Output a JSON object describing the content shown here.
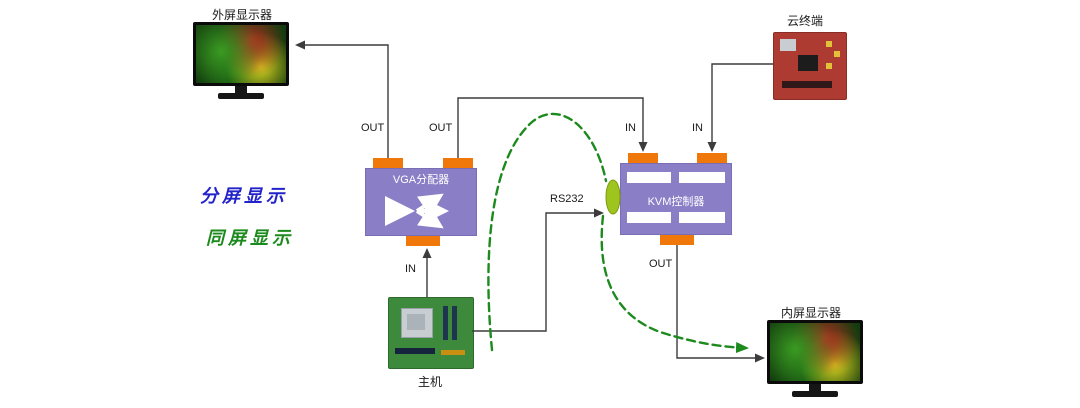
{
  "nodes": {
    "external_display": {
      "label": "外屏显示器"
    },
    "cloud_terminal": {
      "label": "云终端"
    },
    "vga_splitter": {
      "label": "VGA分配器"
    },
    "kvm_controller": {
      "label": "KVM控制器"
    },
    "host": {
      "label": "主机"
    },
    "internal_display": {
      "label": "内屏显示器"
    }
  },
  "ports": {
    "out": "OUT",
    "in": "IN"
  },
  "annotations": {
    "split_screen": "分屏显示",
    "same_screen": "同屏显示",
    "rs232": "RS232"
  },
  "colors": {
    "box_purple": "#8a7ec6",
    "port_orange": "#f0780a",
    "connector_green": "#9ec41e",
    "split_blue": "#2323cb",
    "same_green": "#1d8a1d",
    "wire_black": "#3c3c3c",
    "dashed_green": "#1d8a1d"
  }
}
